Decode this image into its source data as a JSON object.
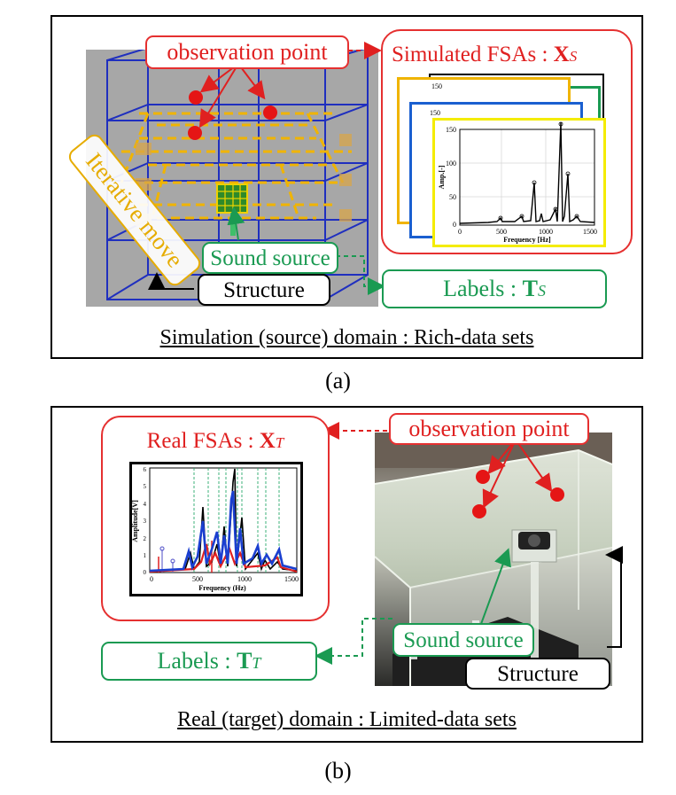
{
  "panel_a": {
    "observation_label": "observation point",
    "simulated_prefix": "Simulated FSAs : ",
    "simulated_symbol": "X",
    "simulated_sub": "S",
    "iterative_label": "Iterative move",
    "sound_source_label": "Sound source",
    "structure_label": "Structure",
    "labels_prefix": "Labels : ",
    "labels_symbol": "T",
    "labels_sub": "S",
    "domain_caption": "Simulation (source) domain : Rich-data sets",
    "spectrum": {
      "ylabel": "Amp.[-]",
      "xlabel": "Frequency [Hz]",
      "yticks": [
        "150",
        "100",
        "50",
        "0"
      ],
      "xticks": [
        "0",
        "500",
        "1000",
        "1500"
      ],
      "back_ticks": [
        "150",
        "150",
        "150"
      ]
    }
  },
  "caption_a": "(a)",
  "panel_b": {
    "real_prefix": "Real FSAs : ",
    "real_symbol": "X",
    "real_sub": "T",
    "observation_label": "observation point",
    "sound_source_label": "Sound source",
    "structure_label": "Structure",
    "labels_prefix": "Labels : ",
    "labels_symbol": "T",
    "labels_sub": "T",
    "domain_caption": "Real (target)  domain : Limited-data sets",
    "spectrum": {
      "ylabel": "Amplitude[V]",
      "xlabel": "Frequency (Hz)",
      "yticks": [
        "6",
        "5",
        "4",
        "3",
        "2",
        "1",
        "0"
      ],
      "xticks": [
        "0",
        "500",
        "1000",
        "1500"
      ]
    }
  },
  "caption_b": "(b)",
  "colors": {
    "red": "#e02020",
    "green": "#1a9a52",
    "orange": "#f0b400",
    "blue": "#1a5fd0",
    "frame_blue": "#1f2fbf",
    "sim_bg": "#a7a7a7"
  }
}
